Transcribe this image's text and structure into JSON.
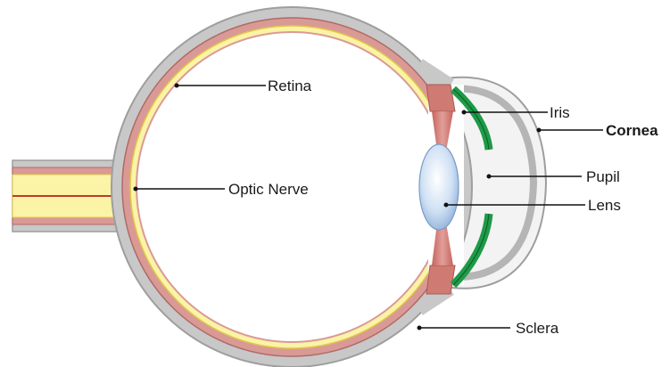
{
  "labels": {
    "retina": "Retina",
    "optic_nerve": "Optic Nerve",
    "iris": "Iris",
    "cornea": "Cornea",
    "pupil": "Pupil",
    "lens": "Lens",
    "sclera": "Sclera"
  },
  "colors": {
    "sclera": "#c8c8c8",
    "sclera_outline": "#9e9e9e",
    "choroid": "#d99a96",
    "choroid_outline": "#b06a66",
    "retina": "#fbf3a6",
    "retina_outline": "#e0c84a",
    "iris": "#1f9a48",
    "lens": "#c4d8f0",
    "ciliary_muscle": "#d07a74"
  }
}
